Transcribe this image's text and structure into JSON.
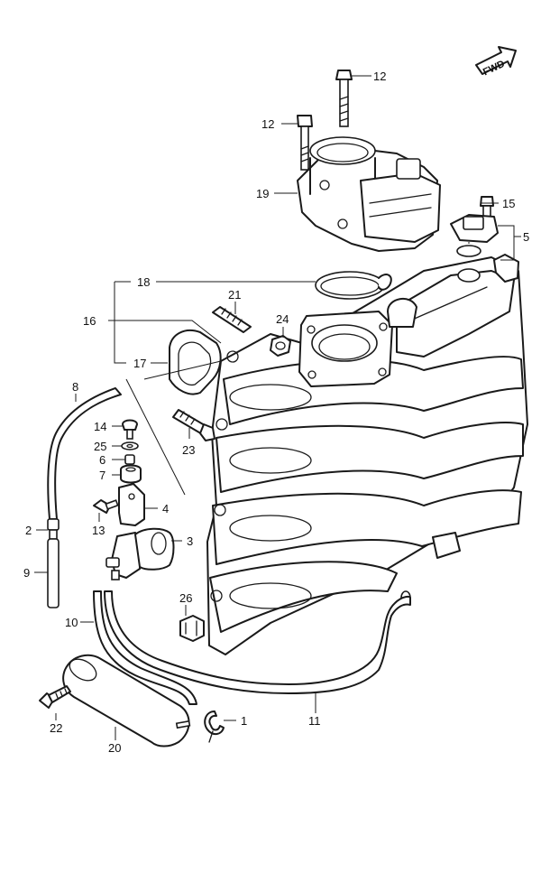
{
  "fwd_label": "FWD",
  "callouts": {
    "c12a": "12",
    "c12b": "12",
    "c19": "19",
    "c15": "15",
    "c5": "5",
    "c18": "18",
    "c21": "21",
    "c16": "16",
    "c24": "24",
    "c17": "17",
    "c8": "8",
    "c14": "14",
    "c25": "25",
    "c6": "6",
    "c7": "7",
    "c23": "23",
    "c4": "4",
    "c13": "13",
    "c2": "2",
    "c3": "3",
    "c9": "9",
    "c26": "26",
    "c10": "10",
    "c22": "22",
    "c20": "20",
    "c1": "1",
    "c11": "11"
  },
  "colors": {
    "line": "#1a1a1a",
    "background": "#ffffff"
  }
}
